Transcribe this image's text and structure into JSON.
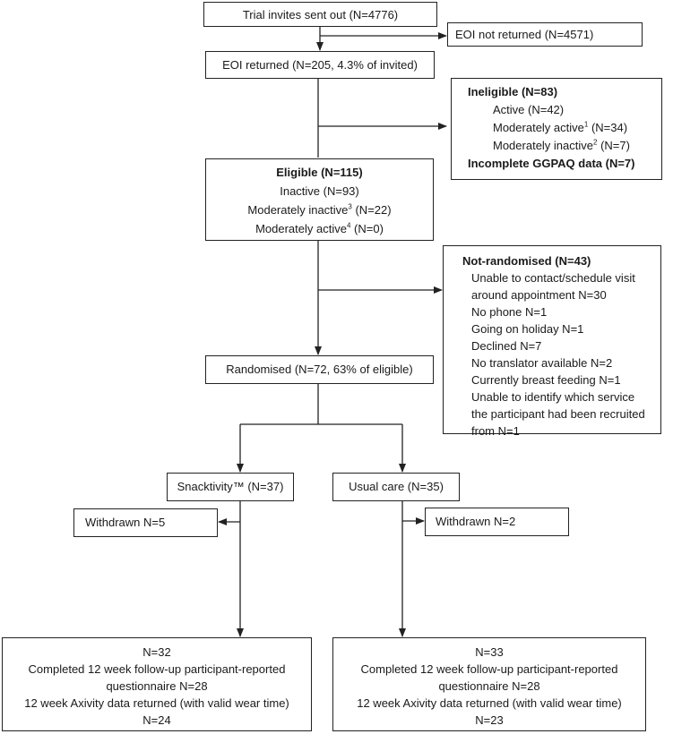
{
  "invites": "Trial invites sent out (N=4776)",
  "eoi_not_returned": "EOI not returned (N=4571)",
  "eoi_returned": "EOI returned (N=205, 4.3% of invited)",
  "ineligible": {
    "title": "Ineligible (N=83)",
    "active": "Active (N=42)",
    "mod_active_pre": "Moderately active",
    "mod_active_sup": "1",
    "mod_active_post": " (N=34)",
    "mod_inactive_pre": "Moderately inactive",
    "mod_inactive_sup": "2",
    "mod_inactive_post": " (N=7)",
    "incomplete": "Incomplete GGPAQ data (N=7)"
  },
  "eligible": {
    "title": "Eligible (N=115)",
    "inactive": "Inactive (N=93)",
    "mod_inactive_pre": "Moderately inactive",
    "mod_inactive_sup": "3",
    "mod_inactive_post": " (N=22)",
    "mod_active_pre": "Moderately active",
    "mod_active_sup": "4",
    "mod_active_post": " (N=0)"
  },
  "not_randomised": {
    "title": "Not-randomised (N=43)",
    "items": [
      "Unable to contact/schedule visit around appointment N=30",
      "No phone N=1",
      "Going on holiday N=1",
      "Declined N=7",
      "No translator available N=2",
      "Currently breast feeding N=1",
      "Unable to identify which service the participant had been recruited from N=1"
    ]
  },
  "randomised": "Randomised (N=72, 63% of eligible)",
  "snacktivity": "Snacktivity™ (N=37)",
  "usual_care": "Usual care (N=35)",
  "withdrawn_left": "Withdrawn N=5",
  "withdrawn_right": "Withdrawn N=2",
  "outcome_left": {
    "n": "N=32",
    "completed": "Completed 12 week follow-up participant-reported questionnaire N=28",
    "axivity": "12 week Axivity data returned (with valid wear time)",
    "axivity_n": "N=24"
  },
  "outcome_right": {
    "n": "N=33",
    "completed": "Completed 12 week follow-up participant-reported questionnaire N=28",
    "axivity": "12 week Axivity data returned (with valid wear time)",
    "axivity_n": "N=23"
  }
}
